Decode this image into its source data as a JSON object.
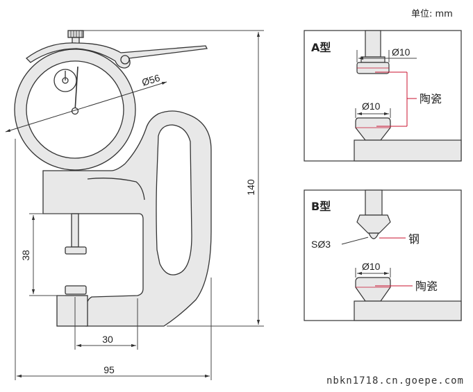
{
  "unit_label": "单位: mm",
  "main_view": {
    "dim_dial_diameter": "Ø56",
    "dim_total_height": "140",
    "dim_jaw_depth": "38",
    "dim_throat": "30",
    "dim_total_width": "95"
  },
  "panel_a": {
    "title": "A型",
    "upper_tip_dia": "Ø10",
    "lower_tip_dia": "Ø10",
    "material_label": "陶瓷"
  },
  "panel_b": {
    "title": "B型",
    "ball_tip": "SØ3",
    "ball_material": "钢",
    "lower_tip_dia": "Ø10",
    "lower_material": "陶瓷"
  },
  "footer_watermark": "nbkn1718.cn.goepe.com",
  "colors": {
    "body_fill": "#e8e8e8",
    "outline": "#333333",
    "leader_red": "#c8102e",
    "dim_line": "#444444"
  }
}
